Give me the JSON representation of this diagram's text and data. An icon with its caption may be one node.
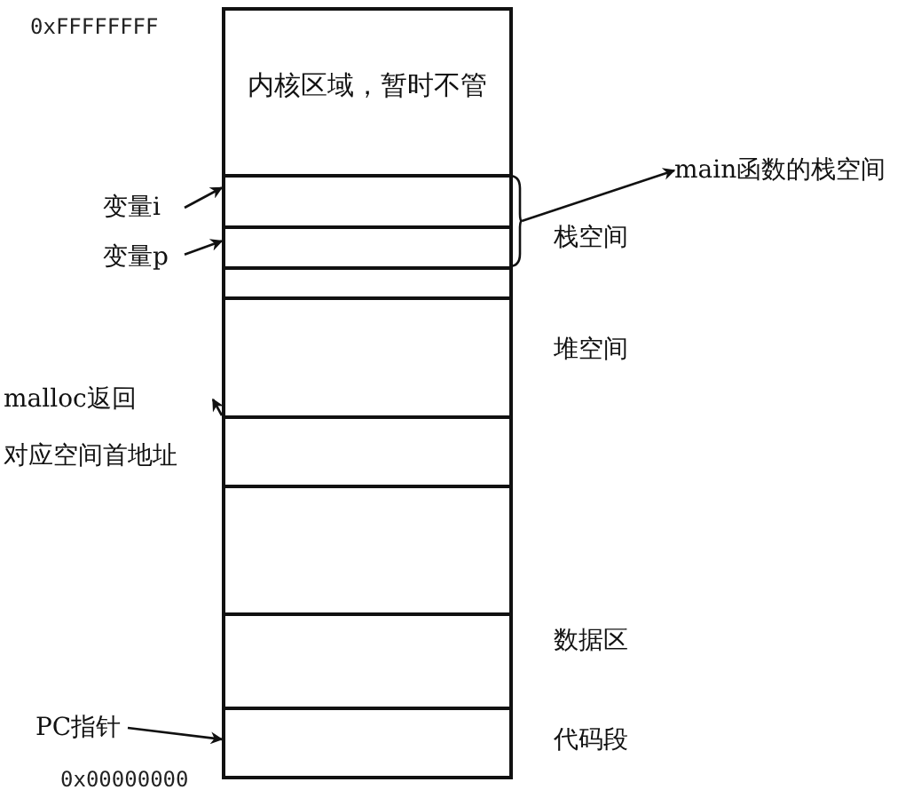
{
  "diagram": {
    "nodes": [
      {
        "text": [
          "内核区域，暂时不管"
        ]
      },
      {
        "text": [],
        "shape": "box"
      },
      {
        "text": [],
        "shape": "box"
      },
      {
        "text": [],
        "shape": "box"
      },
      {
        "text": [],
        "shape": "box"
      },
      {
        "text": [],
        "shape": "box"
      },
      {
        "text": [],
        "shape": "box"
      },
      {
        "text": [],
        "shape": "box"
      },
      {
        "text": [],
        "shape": "box"
      },
      {
        "text": [
          "变量i"
        ]
      },
      {
        "text": [
          "变量p"
        ]
      },
      {
        "text": [],
        "shape": "brace"
      },
      {
        "text": [
          "main函数的栈空间"
        ]
      },
      {
        "text": [
          "malloc返回",
          "对应空间首地址"
        ]
      },
      {
        "text": [
          "PC指针"
        ]
      }
    ],
    "edges": [
      {
        "from": 9,
        "to": 1,
        "arrow": "to"
      },
      {
        "from": 10,
        "to": 2,
        "arrow": "to"
      },
      {
        "from": 11,
        "to": 12,
        "arrow": "to"
      },
      {
        "from": 5,
        "to": 13,
        "arrow": "to"
      },
      {
        "from": 14,
        "to": 8,
        "arrow": "to"
      }
    ],
    "labels": [
      "0xFFFFFFFF",
      "栈空间",
      "堆空间",
      "数据区",
      "代码段",
      "0x00000000"
    ]
  }
}
